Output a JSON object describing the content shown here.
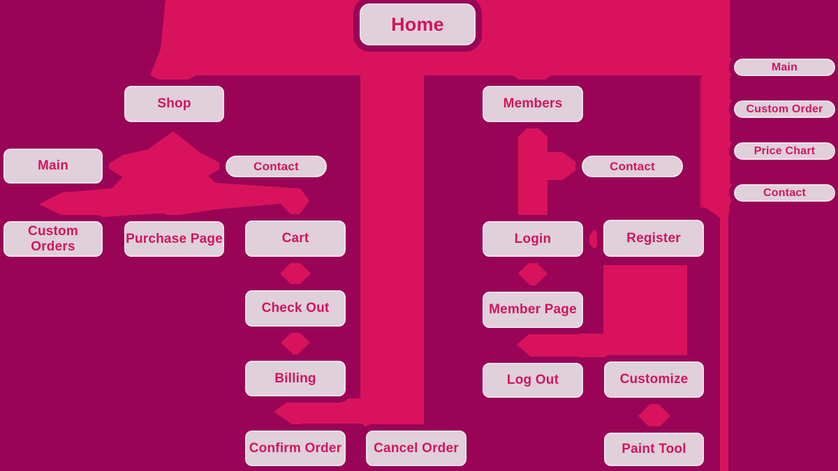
{
  "diagram_type": "website-sitemap-flowchart",
  "palette": {
    "background": "#990457",
    "connector": "#d8135c",
    "connector_dark": "#c00e55",
    "node_fill": "#dfd0da",
    "node_border": "#eee3ea",
    "label_color": "#d5135e"
  },
  "nodes": {
    "home": {
      "label": "Home"
    },
    "shop": {
      "label": "Shop"
    },
    "members": {
      "label": "Members"
    },
    "main_left": {
      "label": "Main"
    },
    "contact_shop": {
      "label": "Contact"
    },
    "contact_members": {
      "label": "Contact"
    },
    "custom_orders": {
      "label": "Custom Orders"
    },
    "purchase_page": {
      "label": "Purchase Page"
    },
    "cart": {
      "label": "Cart"
    },
    "login": {
      "label": "Login"
    },
    "register": {
      "label": "Register"
    },
    "check_out": {
      "label": "Check Out"
    },
    "member_page": {
      "label": "Member Page"
    },
    "billing": {
      "label": "Billing"
    },
    "log_out": {
      "label": "Log Out"
    },
    "customize": {
      "label": "Customize"
    },
    "confirm_order": {
      "label": "Confirm Order"
    },
    "cancel_order": {
      "label": "Cancel Order"
    },
    "paint_tool": {
      "label": "Paint Tool"
    },
    "nav_main": {
      "label": "Main"
    },
    "nav_custom_order": {
      "label": "Custom Order"
    },
    "nav_price_chart": {
      "label": "Price Chart"
    },
    "nav_contact": {
      "label": "Contact"
    }
  },
  "edges": [
    "Home -> Shop",
    "Home -> Members",
    "Home -> right-nav (Main, Custom Order, Price Chart, Contact)",
    "Shop -> Main",
    "Shop -> Contact",
    "Shop -> Custom Orders",
    "Shop -> Purchase Page",
    "Shop -> Cart",
    "Cart -> Check Out",
    "Check Out -> Billing",
    "Billing -> Confirm Order",
    "Home trunk -> Cancel Order",
    "Members -> Contact",
    "Members -> Login",
    "Login <-> Register",
    "Login -> Member Page",
    "Register -> Log Out",
    "Register -> Customize",
    "Customize -> Paint Tool"
  ]
}
